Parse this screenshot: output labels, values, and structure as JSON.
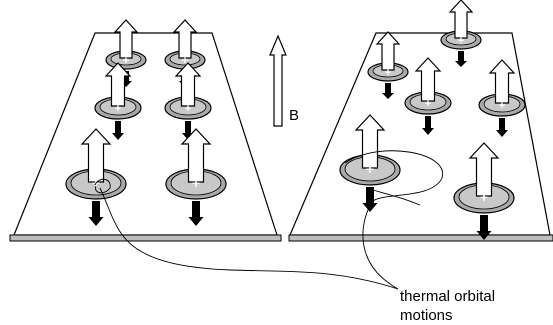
{
  "field_label": "B",
  "particle_sign": "+",
  "annotation": {
    "line1": "thermal orbital",
    "line2": "motions"
  },
  "panels": [
    {
      "name": "left-plate",
      "particles": [
        {
          "id": "l1",
          "size": "small"
        },
        {
          "id": "l2",
          "size": "small"
        },
        {
          "id": "l3",
          "size": "medium"
        },
        {
          "id": "l4",
          "size": "medium"
        },
        {
          "id": "l5",
          "size": "large"
        },
        {
          "id": "l6",
          "size": "large"
        }
      ]
    },
    {
      "name": "right-plate",
      "particles": [
        {
          "id": "r1",
          "size": "small"
        },
        {
          "id": "r2",
          "size": "small"
        },
        {
          "id": "r3",
          "size": "medium"
        },
        {
          "id": "r4",
          "size": "medium"
        },
        {
          "id": "r5",
          "size": "large"
        },
        {
          "id": "r6",
          "size": "large"
        }
      ]
    }
  ],
  "colors": {
    "plate_fill": "#ffffff",
    "ellipse_fill": "#c8c8c8",
    "ring_fill": "#a9a9a9",
    "stroke": "#000000",
    "down_arrow": "#000000"
  }
}
